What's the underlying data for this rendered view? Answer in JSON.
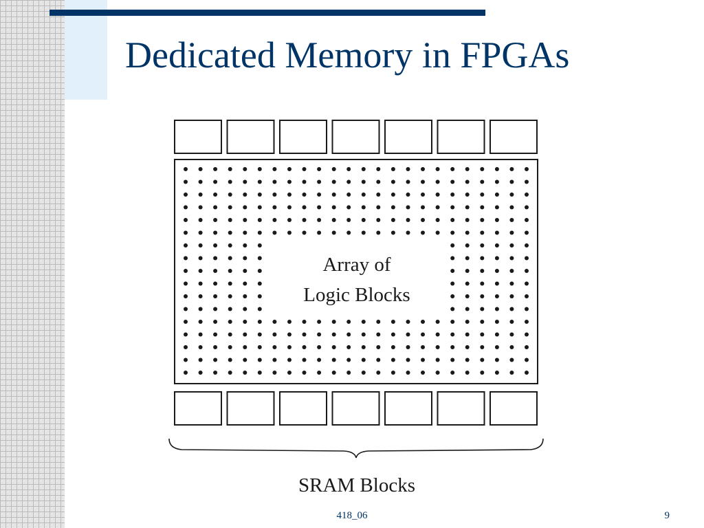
{
  "slide": {
    "title": "Dedicated Memory in FPGAs",
    "footer_center": "418_06",
    "page_number": "9"
  },
  "diagram": {
    "array_label_line1": "Array of",
    "array_label_line2": "Logic Blocks",
    "sram_label": "SRAM Blocks",
    "top_sram_block_count": 7,
    "bottom_sram_block_count": 7,
    "logic_dot_rows": 17,
    "logic_dot_columns": 24
  },
  "colors": {
    "title": "#003366",
    "title_bar": "#003366",
    "accent_block": "#e1f0fb",
    "grid_strip": "#e6e6e6",
    "diagram_ink": "#1a1a1a"
  }
}
